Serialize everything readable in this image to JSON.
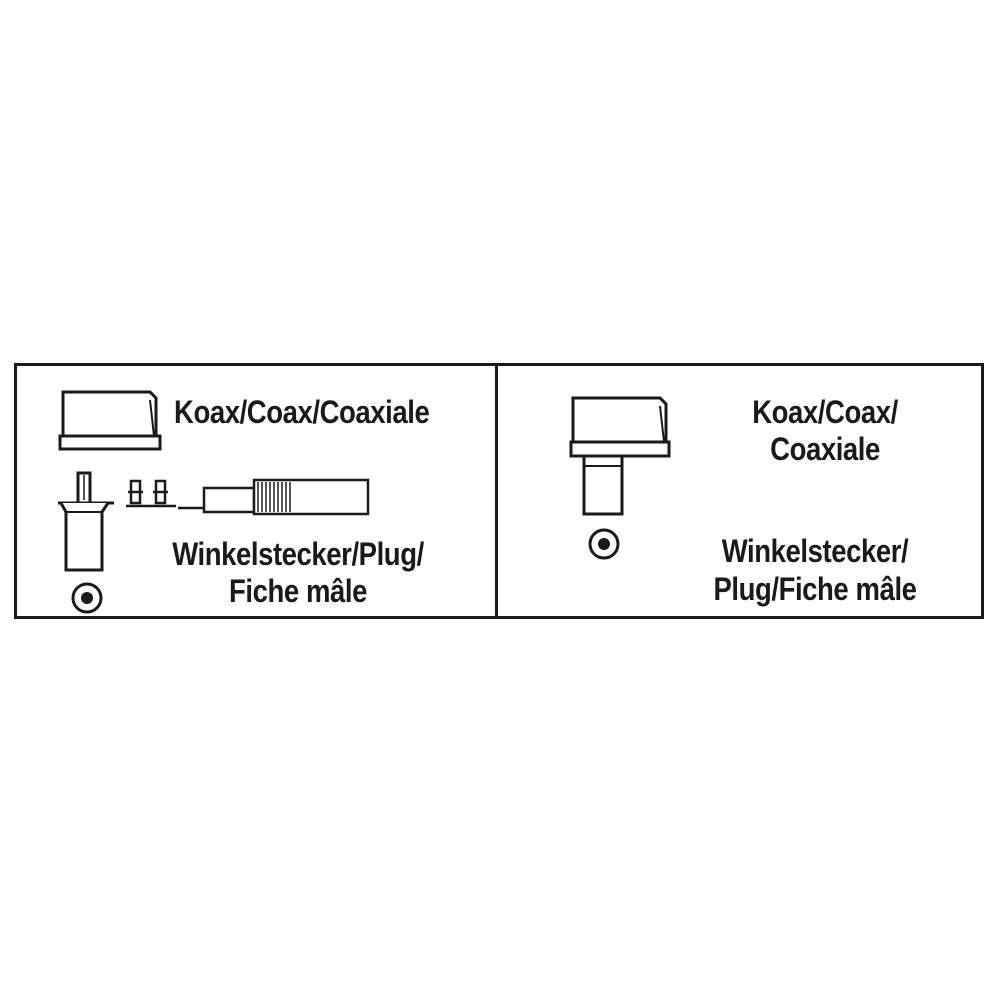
{
  "left_panel": {
    "coax_label": "Koax/Coax/Coaxiale",
    "plug_label_line1": "Winkelstecker/Plug/",
    "plug_label_line2": "Fiche mâle",
    "icons": [
      "coax-socket-icon",
      "angled-plug-icon",
      "screw-terminal-icon",
      "cable-end-icon",
      "connector-face-icon"
    ]
  },
  "right_panel": {
    "coax_label_line1": "Koax/Coax/",
    "coax_label_line2": "Coaxiale",
    "plug_label_line1": "Winkelstecker/",
    "plug_label_line2": "Plug/Fiche mâle",
    "icons": [
      "angled-coax-connector-icon",
      "connector-face-icon"
    ]
  },
  "colors": {
    "line": "#1a1a1a",
    "background": "#ffffff"
  }
}
